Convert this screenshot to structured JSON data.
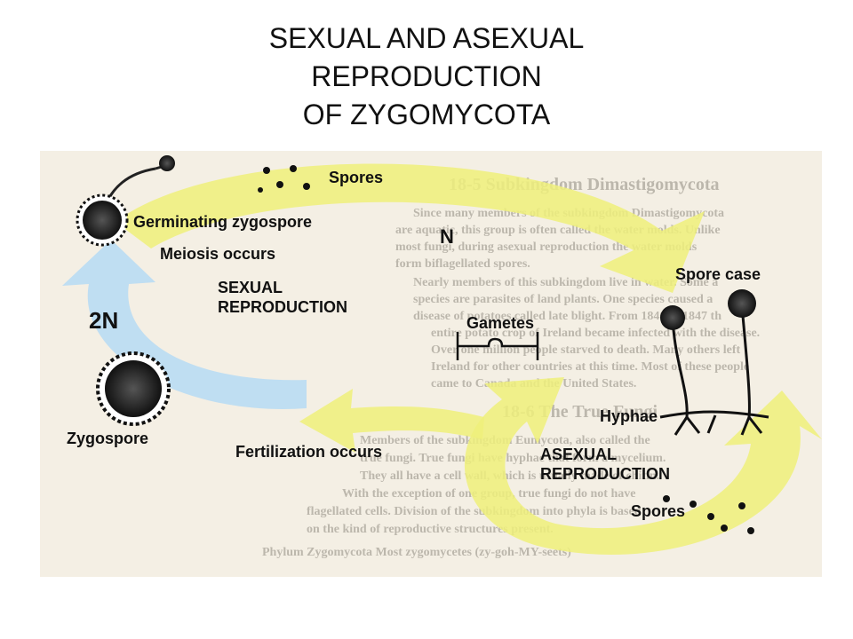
{
  "slide": {
    "title_lines": [
      "SEXUAL AND ASEXUAL",
      "REPRODUCTION",
      "OF ZYGOMYCOTA"
    ]
  },
  "diagram": {
    "labels": {
      "spores_top": "Spores",
      "germinating_zygospore": "Germinating zygospore",
      "n": "N",
      "meiosis": "Meiosis occurs",
      "sexual_1": "SEXUAL",
      "sexual_2": "REPRODUCTION",
      "two_n": "2N",
      "gametes": "Gametes",
      "zygospore": "Zygospore",
      "fertilization": "Fertilization occurs",
      "spore_case": "Spore case",
      "hyphae": "Hyphae",
      "asexual_1": "ASEXUAL",
      "asexual_2": "REPRODUCTION",
      "spores_bottom": "Spores"
    },
    "background_text": {
      "heading1": "18-5 Subkingdom Dimastigomycota",
      "para1": [
        "Since many members of the subkingdom Dimastigomycota",
        "are aquatic, this group is often called the water molds. Unlike",
        "most fungi, during asexual reproduction the water molds",
        "form biflagellated spores.",
        "Nearly members of this subkingdom live in water. Some a",
        "species are parasites of land plants. One species caused a",
        "disease of potatoes called late blight. From 1846 to 1847 th",
        "entire potato crop of Ireland became infected with the disease.",
        "Over one million people starved to death. Many others left",
        "Ireland for other countries at this time. Most of these people",
        "came to Canada and the United States."
      ],
      "heading2": "18-6 The True Fungi",
      "para2": [
        "Members of the subkingdom Eumycota, also called the",
        "true fungi. True fungi have hyphae that form a mycelium.",
        "They all have a cell wall, which is usually made of chitin.",
        "With the exception of one group, true fungi do not have",
        "flagellated cells. Division of the subkingdom into phyla is based",
        "on the kind of reproductive structures present.",
        "Phylum Zygomycota Most zygomycetes (zy-goh-MY-seets)"
      ]
    },
    "colors": {
      "yellow_arrow": "#eef07a",
      "blue_arrow": "#bcdcf2",
      "paper": "#f4efe4"
    }
  }
}
